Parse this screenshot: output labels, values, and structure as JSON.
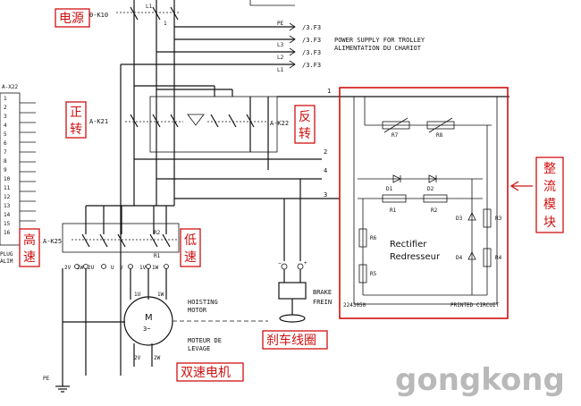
{
  "annotations": {
    "power": "电源",
    "forward": [
      "正",
      "转"
    ],
    "reverse": [
      "反",
      "转"
    ],
    "high_speed": [
      "高",
      "速"
    ],
    "low_speed": [
      "低",
      "速"
    ],
    "rectifier_module": [
      "整",
      "流",
      "模",
      "块"
    ],
    "brake_coil": "刹车线圈",
    "two_speed_motor": "双速电机"
  },
  "labels": {
    "k10": "0-K10",
    "k21": "A-K21",
    "k22": "A-K22",
    "k25": "A-K25",
    "x22": "A-X22",
    "pe_top": "PE",
    "l1": "L1",
    "l2": "L2",
    "l3": "L3",
    "f3": "/3.F3",
    "power_trolley_en": "POWER SUPPLY FOR TROLLEY",
    "power_trolley_fr": "ALIMENTATION DU CHARIOT",
    "plug": "PLUG",
    "alim": "ALIM",
    "pe_bottom": "PE",
    "r7": "R7",
    "r8": "R8",
    "d1": "D1",
    "d2": "D2",
    "r1": "R1",
    "r2": "R2",
    "d3": "D3",
    "d4": "D4",
    "r3": "R3",
    "r4": "R4",
    "r5": "R5",
    "r6": "R6",
    "rectifier": "Rectifier",
    "redresseur": "Redresseur",
    "printed_circuit": "PRINTED CIRCUIT",
    "part_no": "2243050",
    "brake": "BRAKE",
    "frein": "FREIN",
    "hoisting": "HOISTING",
    "motor": "MOTOR",
    "moteur_de": "MOTEUR DE",
    "levage": "LEVAGE",
    "motor_m": "M",
    "motor_3": "3~",
    "wire_1": "1",
    "wire_2": "2",
    "wire_3": "3",
    "wire_4": "4",
    "term_2v": "2V",
    "term_2w": "2W",
    "term_2u": "2U",
    "term_u": "U",
    "term_v": "V",
    "term_1v": "1V",
    "term_1w": "1W",
    "term_1u": "1U",
    "term_r1": "R1",
    "term_r2": "R2",
    "brake_minus": "−",
    "brake_plus": "+",
    "watermark": "gongkong"
  },
  "strip_numbers": [
    "1",
    "2",
    "3",
    "4",
    "5",
    "6",
    "7",
    "8",
    "9",
    "10",
    "11",
    "12",
    "13",
    "14",
    "15",
    "16"
  ]
}
